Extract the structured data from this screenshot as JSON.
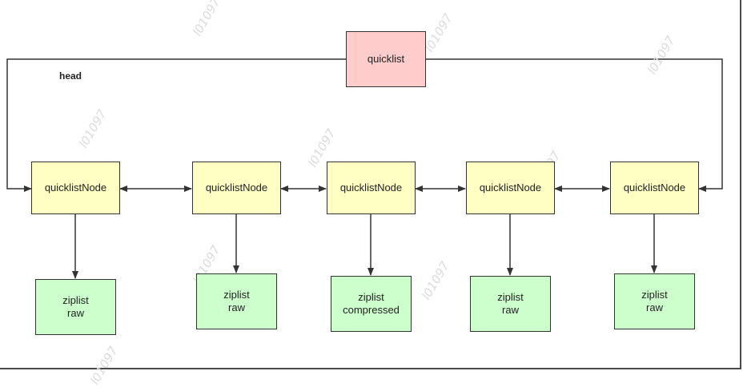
{
  "watermark": "l01097",
  "root": {
    "label": "quicklist"
  },
  "head_label": "head",
  "nodes": [
    {
      "label": "quicklistNode",
      "ziplist": [
        "ziplist",
        "raw"
      ]
    },
    {
      "label": "quicklistNode",
      "ziplist": [
        "ziplist",
        "raw"
      ]
    },
    {
      "label": "quicklistNode",
      "ziplist": [
        "ziplist",
        "compressed"
      ]
    },
    {
      "label": "quicklistNode",
      "ziplist": [
        "ziplist",
        "raw"
      ]
    },
    {
      "label": "quicklistNode",
      "ziplist": [
        "ziplist",
        "raw"
      ]
    }
  ],
  "colors": {
    "root": "#ffcccc",
    "node": "#ffffc4",
    "ziplist": "#ccffcc",
    "line": "#333333"
  }
}
